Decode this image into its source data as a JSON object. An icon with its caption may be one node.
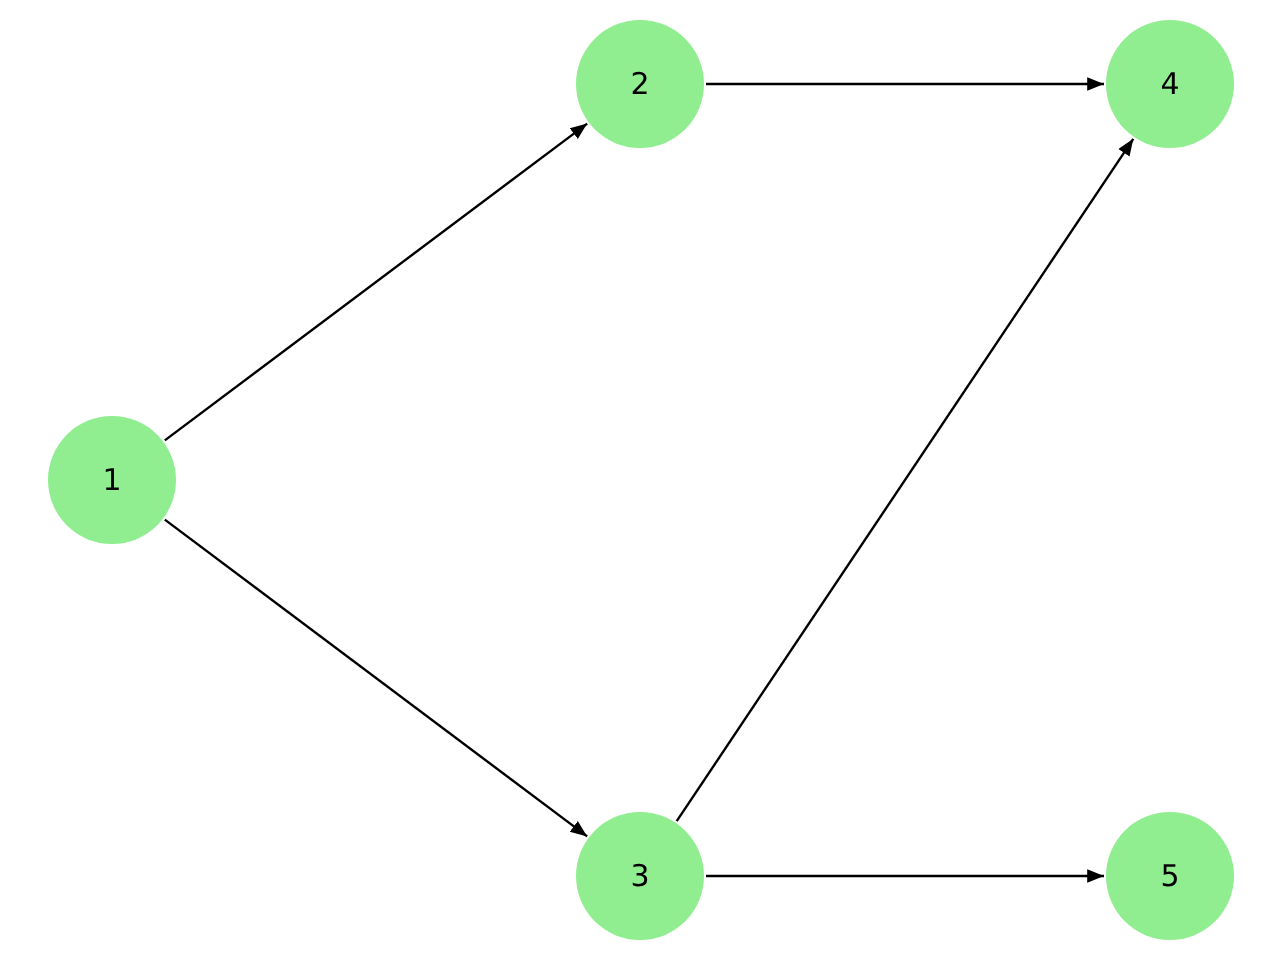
{
  "diagram": {
    "nodes": [
      {
        "text": [
          "1"
        ]
      },
      {
        "text": [
          "2"
        ]
      },
      {
        "text": [
          "3"
        ]
      },
      {
        "text": [
          "4"
        ]
      },
      {
        "text": [
          "5"
        ]
      }
    ],
    "edges": [
      {
        "from": 0,
        "to": 1,
        "arrow": "to"
      },
      {
        "from": 0,
        "to": 2,
        "arrow": "to"
      },
      {
        "from": 1,
        "to": 3,
        "arrow": "to"
      },
      {
        "from": 2,
        "to": 3,
        "arrow": "to"
      },
      {
        "from": 2,
        "to": 4,
        "arrow": "to"
      }
    ]
  }
}
